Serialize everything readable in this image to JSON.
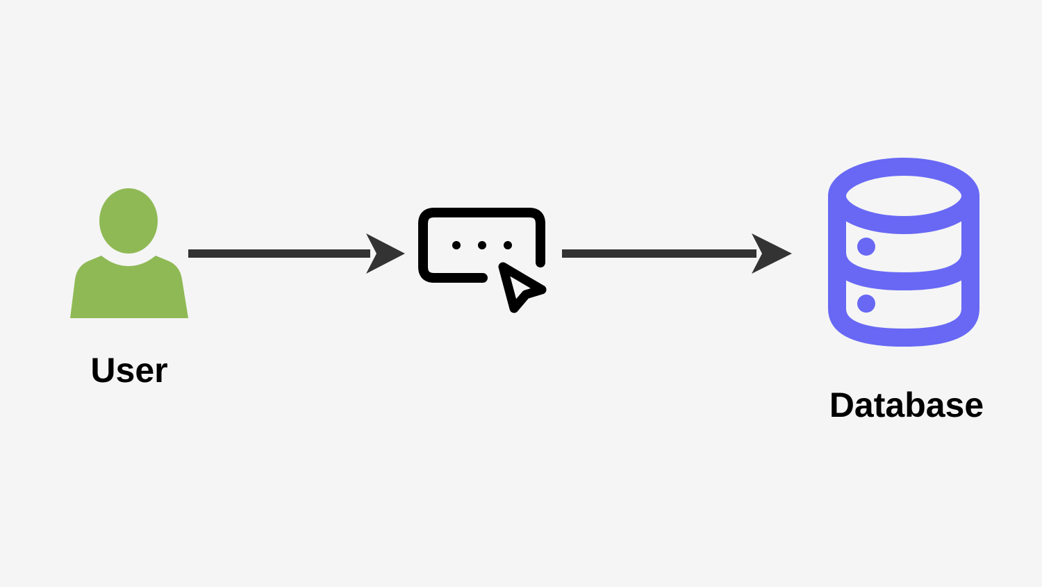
{
  "diagram": {
    "nodes": [
      {
        "id": "user",
        "label": "User",
        "icon": "user-icon",
        "color": "#8fb955"
      },
      {
        "id": "input",
        "label": "",
        "icon": "click-input-icon",
        "color": "#000000"
      },
      {
        "id": "database",
        "label": "Database",
        "icon": "database-icon",
        "color": "#6868f5"
      }
    ],
    "edges": [
      {
        "from": "user",
        "to": "input",
        "label": ""
      },
      {
        "from": "input",
        "to": "database",
        "label": ""
      }
    ],
    "colors": {
      "background": "#f5f5f5",
      "arrow": "#333333"
    }
  }
}
